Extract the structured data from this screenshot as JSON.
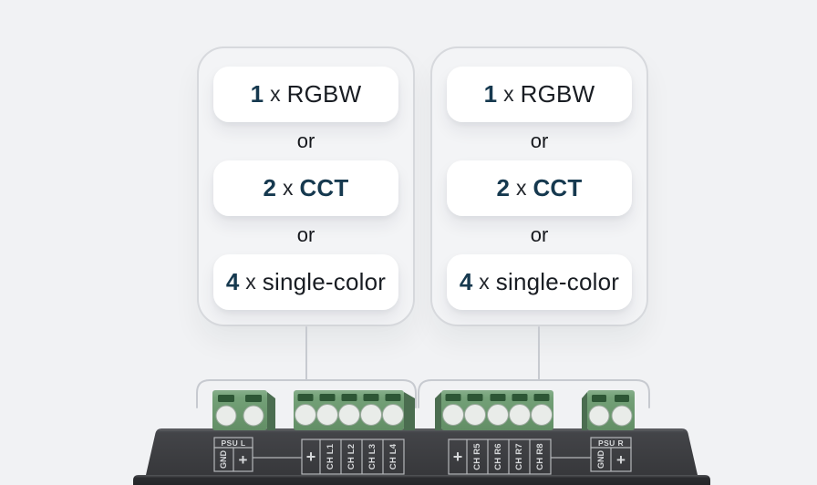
{
  "cards": [
    {
      "side": "left",
      "separator": "or",
      "options": [
        {
          "count": "1",
          "times": "x",
          "label": "RGBW"
        },
        {
          "count": "2",
          "times": "x",
          "label": "CCT"
        },
        {
          "count": "4",
          "times": "x",
          "label": "single-color"
        }
      ]
    },
    {
      "side": "right",
      "separator": "or",
      "options": [
        {
          "count": "1",
          "times": "x",
          "label": "RGBW"
        },
        {
          "count": "2",
          "times": "x",
          "label": "CCT"
        },
        {
          "count": "4",
          "times": "x",
          "label": "single-color"
        }
      ]
    }
  ],
  "device": {
    "psu_left": {
      "title": "PSU L",
      "terminals": [
        "GND",
        "+"
      ]
    },
    "left_channels": {
      "terminals": [
        "+",
        "CH L1",
        "CH L2",
        "CH L3",
        "CH L4"
      ]
    },
    "right_channels": {
      "terminals": [
        "+",
        "CH R5",
        "CH R6",
        "CH R7",
        "CH R8"
      ]
    },
    "psu_right": {
      "title": "PSU R",
      "terminals": [
        "GND",
        "+"
      ]
    }
  },
  "colors": {
    "page_background": "#f1f2f4",
    "card_border": "#d7d9dd",
    "pill_background": "#ffffff",
    "accent_navy": "#16394f",
    "text_dark": "#17191d",
    "connector_line": "#c7cad0",
    "device_body": "#3e3f42",
    "device_base": "#28292c",
    "terminal_green": "#6f9e74",
    "device_label_text": "#d6d8da"
  }
}
